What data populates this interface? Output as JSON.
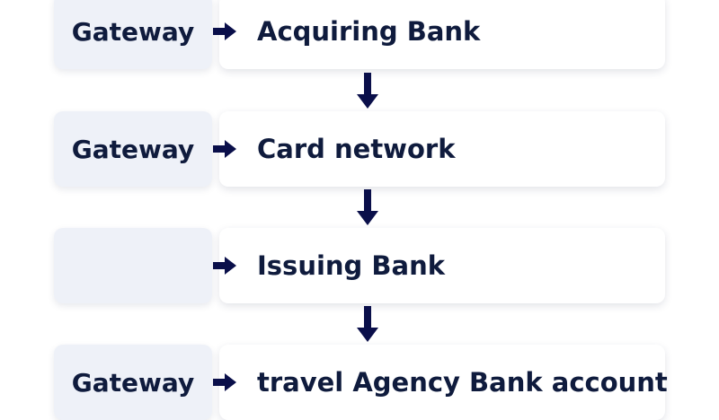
{
  "flow": {
    "steps": [
      {
        "gateway": "Gateway",
        "stage": "Acquiring Bank"
      },
      {
        "gateway": "Gateway",
        "stage": "Card network"
      },
      {
        "gateway": "",
        "stage": "Issuing Bank"
      },
      {
        "gateway": "Gateway",
        "stage": "travel Agency Bank account"
      }
    ]
  },
  "colors": {
    "text": "#0f1b3d",
    "arrow": "#0a0f4a",
    "gateway_fill": "#eef1f8",
    "stage_fill": "#ffffff"
  },
  "icons": {
    "right_arrow": "arrow-right-icon",
    "down_arrow": "arrow-down-icon"
  }
}
